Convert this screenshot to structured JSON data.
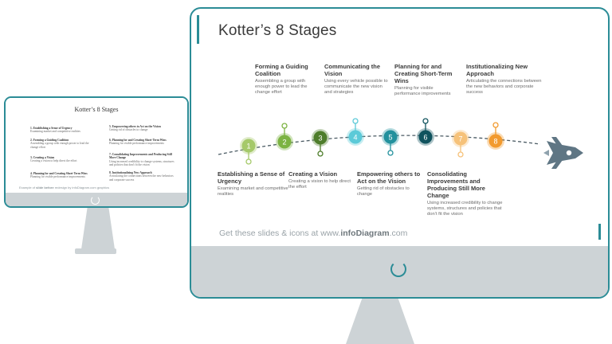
{
  "slide_title": "Kotter’s 8 Stages",
  "footer": {
    "prefix": "Get these slides & icons at www.",
    "brand": "infoDiagram",
    "suffix": ".com"
  },
  "stages": [
    {
      "num": "1",
      "title": "Establishing  a Sense of Urgency",
      "desc": "Examining market and competitive realities",
      "color": "#a5c96a"
    },
    {
      "num": "2",
      "title": "Forming a Guiding  Coalition",
      "desc": "Assembling a group with enough power to lead the change effort",
      "color": "#7cb342"
    },
    {
      "num": "3",
      "title": "Creating a Vision",
      "desc": "Creating a vision to help direct the effort",
      "color": "#4e7d2b"
    },
    {
      "num": "4",
      "title": "Communicating the Vision",
      "desc": "Using every vehicle possible to communicate the new vision and strategies",
      "color": "#5ccad8"
    },
    {
      "num": "5",
      "title": "Empowering others to Act on the Vision",
      "desc": "Getting rid of obstacles to change",
      "color": "#23919d"
    },
    {
      "num": "6",
      "title": "Planning for and Creating Short-Term  Wins",
      "desc": "Planning for visible performance  improvements",
      "color": "#10535e"
    },
    {
      "num": "7",
      "title": "Consolidating  Improvements and Producing Still More Change",
      "desc": "Using increased credibility to change systems, structures and policies that don’t fit the vision",
      "color": "#f6c27a"
    },
    {
      "num": "8",
      "title": "Institutionalizing New Approach",
      "desc": "Articulating the connections between the new behaviors and corporate success",
      "color": "#f29a2e"
    }
  ],
  "small_slide": {
    "title": "Kotter’s 8 Stages",
    "items": [
      {
        "title": "1. Establishing a Sense of Urgency",
        "desc": "Examining market and competitive realities"
      },
      {
        "title": "2. Forming a Guiding Coalition",
        "desc": "Assembling a group with enough power to lead the change effort"
      },
      {
        "title": "3. Creating a Vision",
        "desc": "Creating a vision to help direct the effort"
      },
      {
        "title": "4. Planning for and Creating Short-Term Wins",
        "desc": "Planning for visible performance improvements"
      },
      {
        "title": "5. Empowering others to Act on the Vision",
        "desc": "Getting rid of obstacles to change"
      },
      {
        "title": "6. Planning for and Creating Short-Term Wins",
        "desc": "Planning for visible performance improvements"
      },
      {
        "title": "7. Consolidating Improvements and Producing Still More Change",
        "desc": "Using increased credibility to change systems, structures and policies that don't fit the vision"
      },
      {
        "title": "8. Institutionalizing New Approach",
        "desc": "Articulating the connections between the new behaviors and corporate success"
      }
    ],
    "footer_prefix": "Example of ",
    "footer_bold": "slide before",
    "footer_suffix": " redesign by infoDiagram.com graphics"
  },
  "icons": {
    "rocket": "rocket-icon",
    "power": "power-icon"
  }
}
